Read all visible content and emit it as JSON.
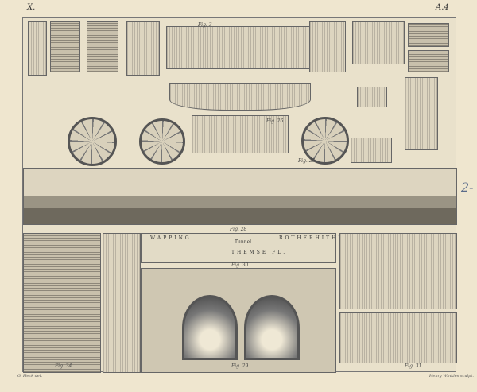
{
  "plate": {
    "section": "X.",
    "plate_number": "A.4",
    "margin_note": "2-"
  },
  "figures": {
    "top_label": "Fig. 3",
    "fig30": "Fig. 30",
    "fig31": "Fig. 31",
    "fig34": "Fig. 34",
    "fig29": "Fig. 29",
    "fig_a": "Fig. 25",
    "fig_b": "Fig. 26",
    "map_caption": "Fig. 28"
  },
  "map": {
    "left_bank": "WAPPING",
    "tunnel": "Tunnel",
    "river": "THEMSE FL.",
    "right_bank": "ROTHERHITHE"
  },
  "credits": {
    "drawn": "G. Heck del.",
    "engraved": "Henry Winkles sculpt."
  }
}
